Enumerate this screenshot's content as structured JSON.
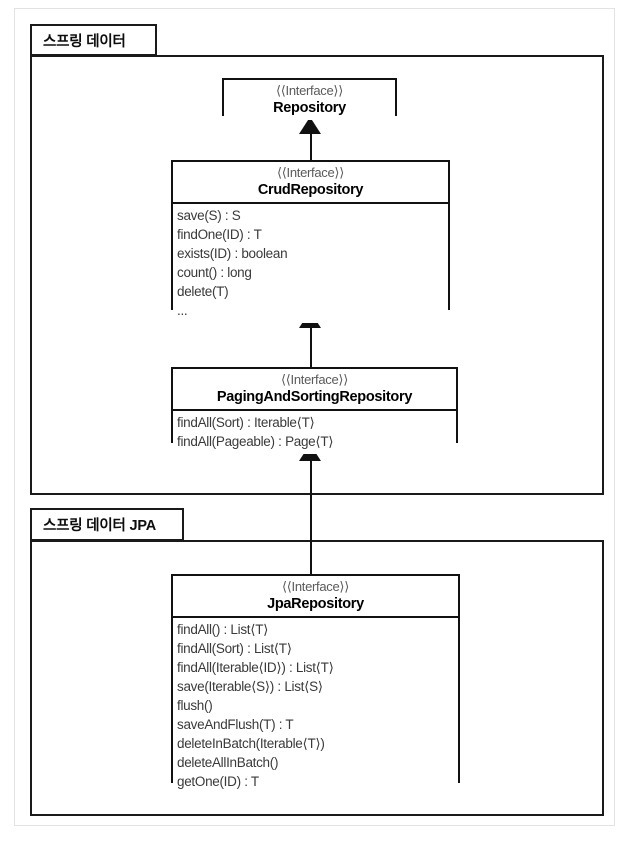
{
  "diagram": {
    "title": "Spring Data Repository Hierarchy",
    "type": "uml-class-diagram",
    "stereotype_label": "⟨⟨Interface⟩⟩"
  },
  "packages": [
    {
      "id": "spring-data",
      "label": "스프링 데이터"
    },
    {
      "id": "spring-data-jpa",
      "label": "스프링 데이터 JPA"
    }
  ],
  "classes": [
    {
      "id": "repository",
      "stereotype": "⟨⟨Interface⟩⟩",
      "name": "Repository",
      "members": []
    },
    {
      "id": "crud-repository",
      "stereotype": "⟨⟨Interface⟩⟩",
      "name": "CrudRepository",
      "members": [
        "save(S) : S",
        "findOne(ID) : T",
        "exists(ID) : boolean",
        "count() : long",
        "delete(T)",
        "..."
      ]
    },
    {
      "id": "paging-and-sorting-repository",
      "stereotype": "⟨⟨Interface⟩⟩",
      "name": "PagingAndSortingRepository",
      "members": [
        "findAll(Sort) : Iterable⟨T⟩",
        "findAll(Pageable) : Page⟨T⟩"
      ]
    },
    {
      "id": "jpa-repository",
      "stereotype": "⟨⟨Interface⟩⟩",
      "name": "JpaRepository",
      "members": [
        "findAll() : List⟨T⟩",
        "findAll(Sort) : List⟨T⟩",
        "findAll(Iterable⟨ID⟩) : List⟨T⟩",
        "save(Iterable⟨S⟩) : List⟨S⟩",
        "flush()",
        "saveAndFlush(T) : T",
        "deleteInBatch(Iterable⟨T⟩)",
        "deleteAllInBatch()",
        "getOne(ID) : T"
      ]
    }
  ],
  "relations": [
    {
      "id": "crud-to-repository",
      "type": "generalization",
      "from": "crud-repository",
      "to": "repository"
    },
    {
      "id": "paging-to-crud",
      "type": "generalization",
      "from": "paging-and-sorting-repository",
      "to": "crud-repository"
    },
    {
      "id": "jpa-to-paging",
      "type": "generalization",
      "from": "jpa-repository",
      "to": "paging-and-sorting-repository"
    }
  ],
  "colors": {
    "line": "#111111",
    "text": "#000000",
    "stereotype_text": "#5a5a5a",
    "member_text": "#3a3a3a",
    "background": "#ffffff",
    "page_border": "#e2e2e2"
  }
}
